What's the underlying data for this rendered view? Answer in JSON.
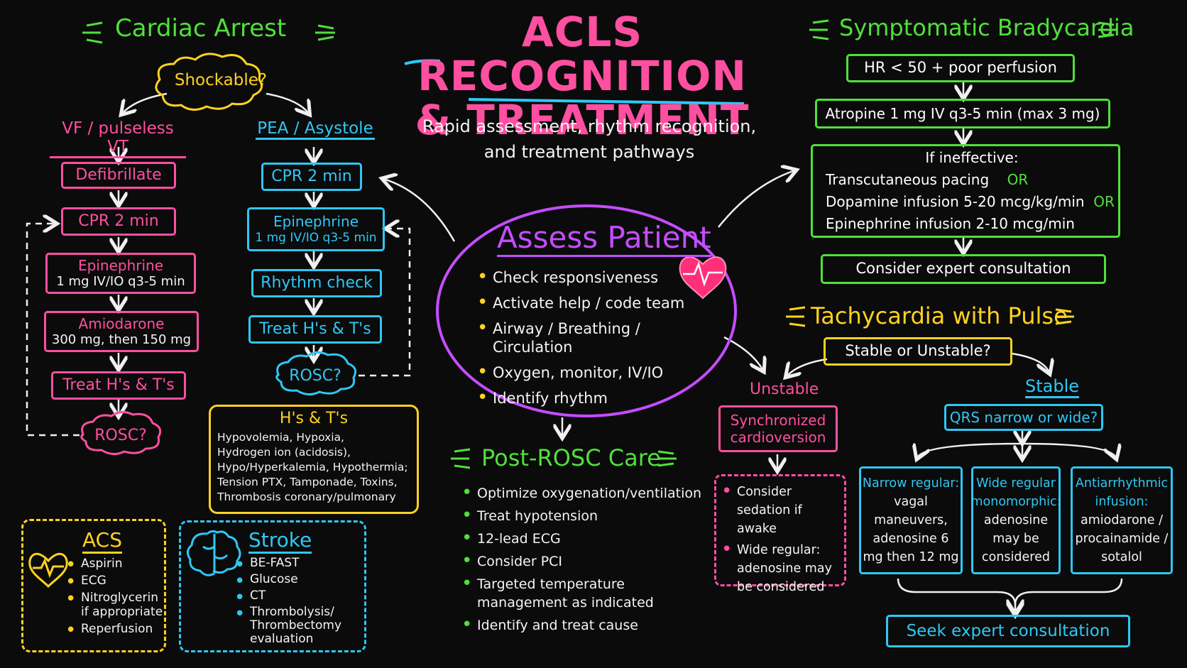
{
  "title": {
    "line1": "ACLS RECOGNITION",
    "line2": "& TREATMENT",
    "subtitle_line1": "Rapid assessment, rhythm recognition,",
    "subtitle_line2": "and treatment pathways"
  },
  "colors": {
    "pink": "#ff4fa0",
    "blue": "#2ec8f5",
    "green": "#4fe03a",
    "yellow": "#ffd21f",
    "purple": "#c44dff",
    "background": "#0b0b0b"
  },
  "cardiac_arrest": {
    "heading": "Cardiac Arrest",
    "decision": "Shockable?",
    "shockable": {
      "label": "VF / pulseless VT",
      "defibrillate": "Defibrillate",
      "cpr": "CPR 2 min",
      "epi_title": "Epinephrine",
      "epi_dose": "1 mg IV/IO q3-5 min",
      "amio_title": "Amiodarone",
      "amio_dose": "300 mg, then 150 mg",
      "treat": "Treat H's & T's",
      "rosc": "ROSC?"
    },
    "nonshockable": {
      "label": "PEA / Asystole",
      "cpr": "CPR 2 min",
      "epi_title": "Epinephrine",
      "epi_dose": "1 mg IV/IO q3-5 min",
      "rhythm": "Rhythm check",
      "treat": "Treat H's & T's",
      "rosc": "ROSC?"
    },
    "hs_ts": {
      "title": "H's & T's",
      "lines": [
        "Hypovolemia, Hypoxia,",
        "Hydrogen ion (acidosis),",
        "Hypo/Hyperkalemia, Hypothermia;",
        "Tension PTX, Tamponade, Toxins,",
        "Thrombosis coronary/pulmonary"
      ]
    }
  },
  "acs": {
    "title": "ACS",
    "items": [
      "Aspirin",
      "ECG",
      "Nitroglycerin if appropriate",
      "Reperfusion"
    ]
  },
  "stroke": {
    "title": "Stroke",
    "items": [
      "BE-FAST",
      "Glucose",
      "CT",
      "Thrombolysis/ Thrombectomy evaluation"
    ]
  },
  "assess": {
    "title": "Assess Patient",
    "items": [
      "Check responsiveness",
      "Activate help / code team",
      "Airway / Breathing / Circulation",
      "Oxygen, monitor, IV/IO",
      "Identify rhythm"
    ]
  },
  "post_rosc": {
    "title": "Post-ROSC Care",
    "items": [
      "Optimize oxygenation/ventilation",
      "Treat hypotension",
      "12-lead ECG",
      "Consider PCI",
      "Targeted temperature management as indicated",
      "Identify and treat cause"
    ]
  },
  "bradycardia": {
    "heading": "Symptomatic Bradycardia",
    "criteria": "HR < 50 + poor perfusion",
    "atropine": "Atropine 1 mg IV q3-5 min (max 3 mg)",
    "ineffective_title": "If ineffective:",
    "option1": "Transcutaneous pacing",
    "option2": "Dopamine infusion 5-20 mcg/kg/min",
    "option3": "Epinephrine infusion 2-10 mcg/min",
    "or_label": "OR",
    "expert": "Consider expert consultation"
  },
  "tachycardia": {
    "heading": "Tachycardia with Pulse",
    "decision": "Stable or Unstable?",
    "unstable_label": "Unstable",
    "cardioversion": "Synchronized cardioversion",
    "unstable_notes": [
      "Consider sedation if awake",
      "Wide regular: adenosine may be considered"
    ],
    "stable_label": "Stable",
    "qrs": "QRS narrow or wide?",
    "narrow_title": "Narrow regular:",
    "narrow_body": "vagal maneuvers, adenosine 6 mg then 12 mg",
    "wide_title": "Wide regular monomorphic:",
    "wide_body": "adenosine may be considered",
    "anti_title": "Antiarrhythmic infusion:",
    "anti_body": "amiodarone / procainamide / sotalol",
    "expert": "Seek expert consultation"
  }
}
